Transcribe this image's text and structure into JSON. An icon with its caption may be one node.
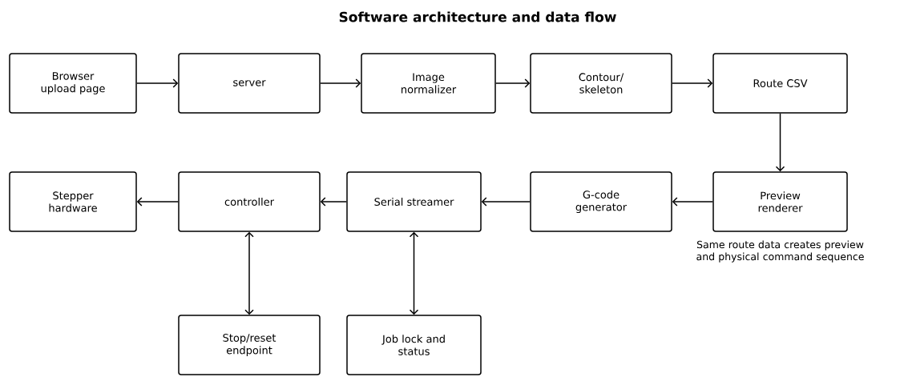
{
  "diagram": {
    "title": "Software architecture and data flow",
    "nodes": [
      {
        "text": [
          "Browser upload page"
        ]
      },
      {
        "text": [
          "server"
        ]
      },
      {
        "text": [
          "Image normalizer"
        ]
      },
      {
        "text": [
          "Contour/ skeleton"
        ]
      },
      {
        "text": [
          "Route CSV"
        ]
      },
      {
        "text": [
          "Stepper hardware"
        ]
      },
      {
        "text": [
          "controller"
        ]
      },
      {
        "text": [
          "Serial streamer"
        ]
      },
      {
        "text": [
          "G-code generator"
        ]
      },
      {
        "text": [
          "Preview renderer"
        ],
        "beside": [
          "Same route data creates preview and physical command sequence"
        ]
      },
      {
        "text": [
          "Stop/reset endpoint"
        ]
      },
      {
        "text": [
          "Job lock and status"
        ]
      }
    ],
    "edges": [
      {
        "from": 0,
        "to": 1,
        "arrow": "to"
      },
      {
        "from": 1,
        "to": 2,
        "arrow": "to"
      },
      {
        "from": 2,
        "to": 3,
        "arrow": "to"
      },
      {
        "from": 3,
        "to": 4,
        "arrow": "to"
      },
      {
        "from": 4,
        "to": 9,
        "arrow": "to"
      },
      {
        "from": 9,
        "to": 8,
        "arrow": "to"
      },
      {
        "from": 8,
        "to": 7,
        "arrow": "to"
      },
      {
        "from": 7,
        "to": 6,
        "arrow": "to"
      },
      {
        "from": 6,
        "to": 5,
        "arrow": "to"
      },
      {
        "from": 6,
        "to": 10,
        "arrow": "both"
      },
      {
        "from": 7,
        "to": 11,
        "arrow": "both"
      }
    ]
  }
}
